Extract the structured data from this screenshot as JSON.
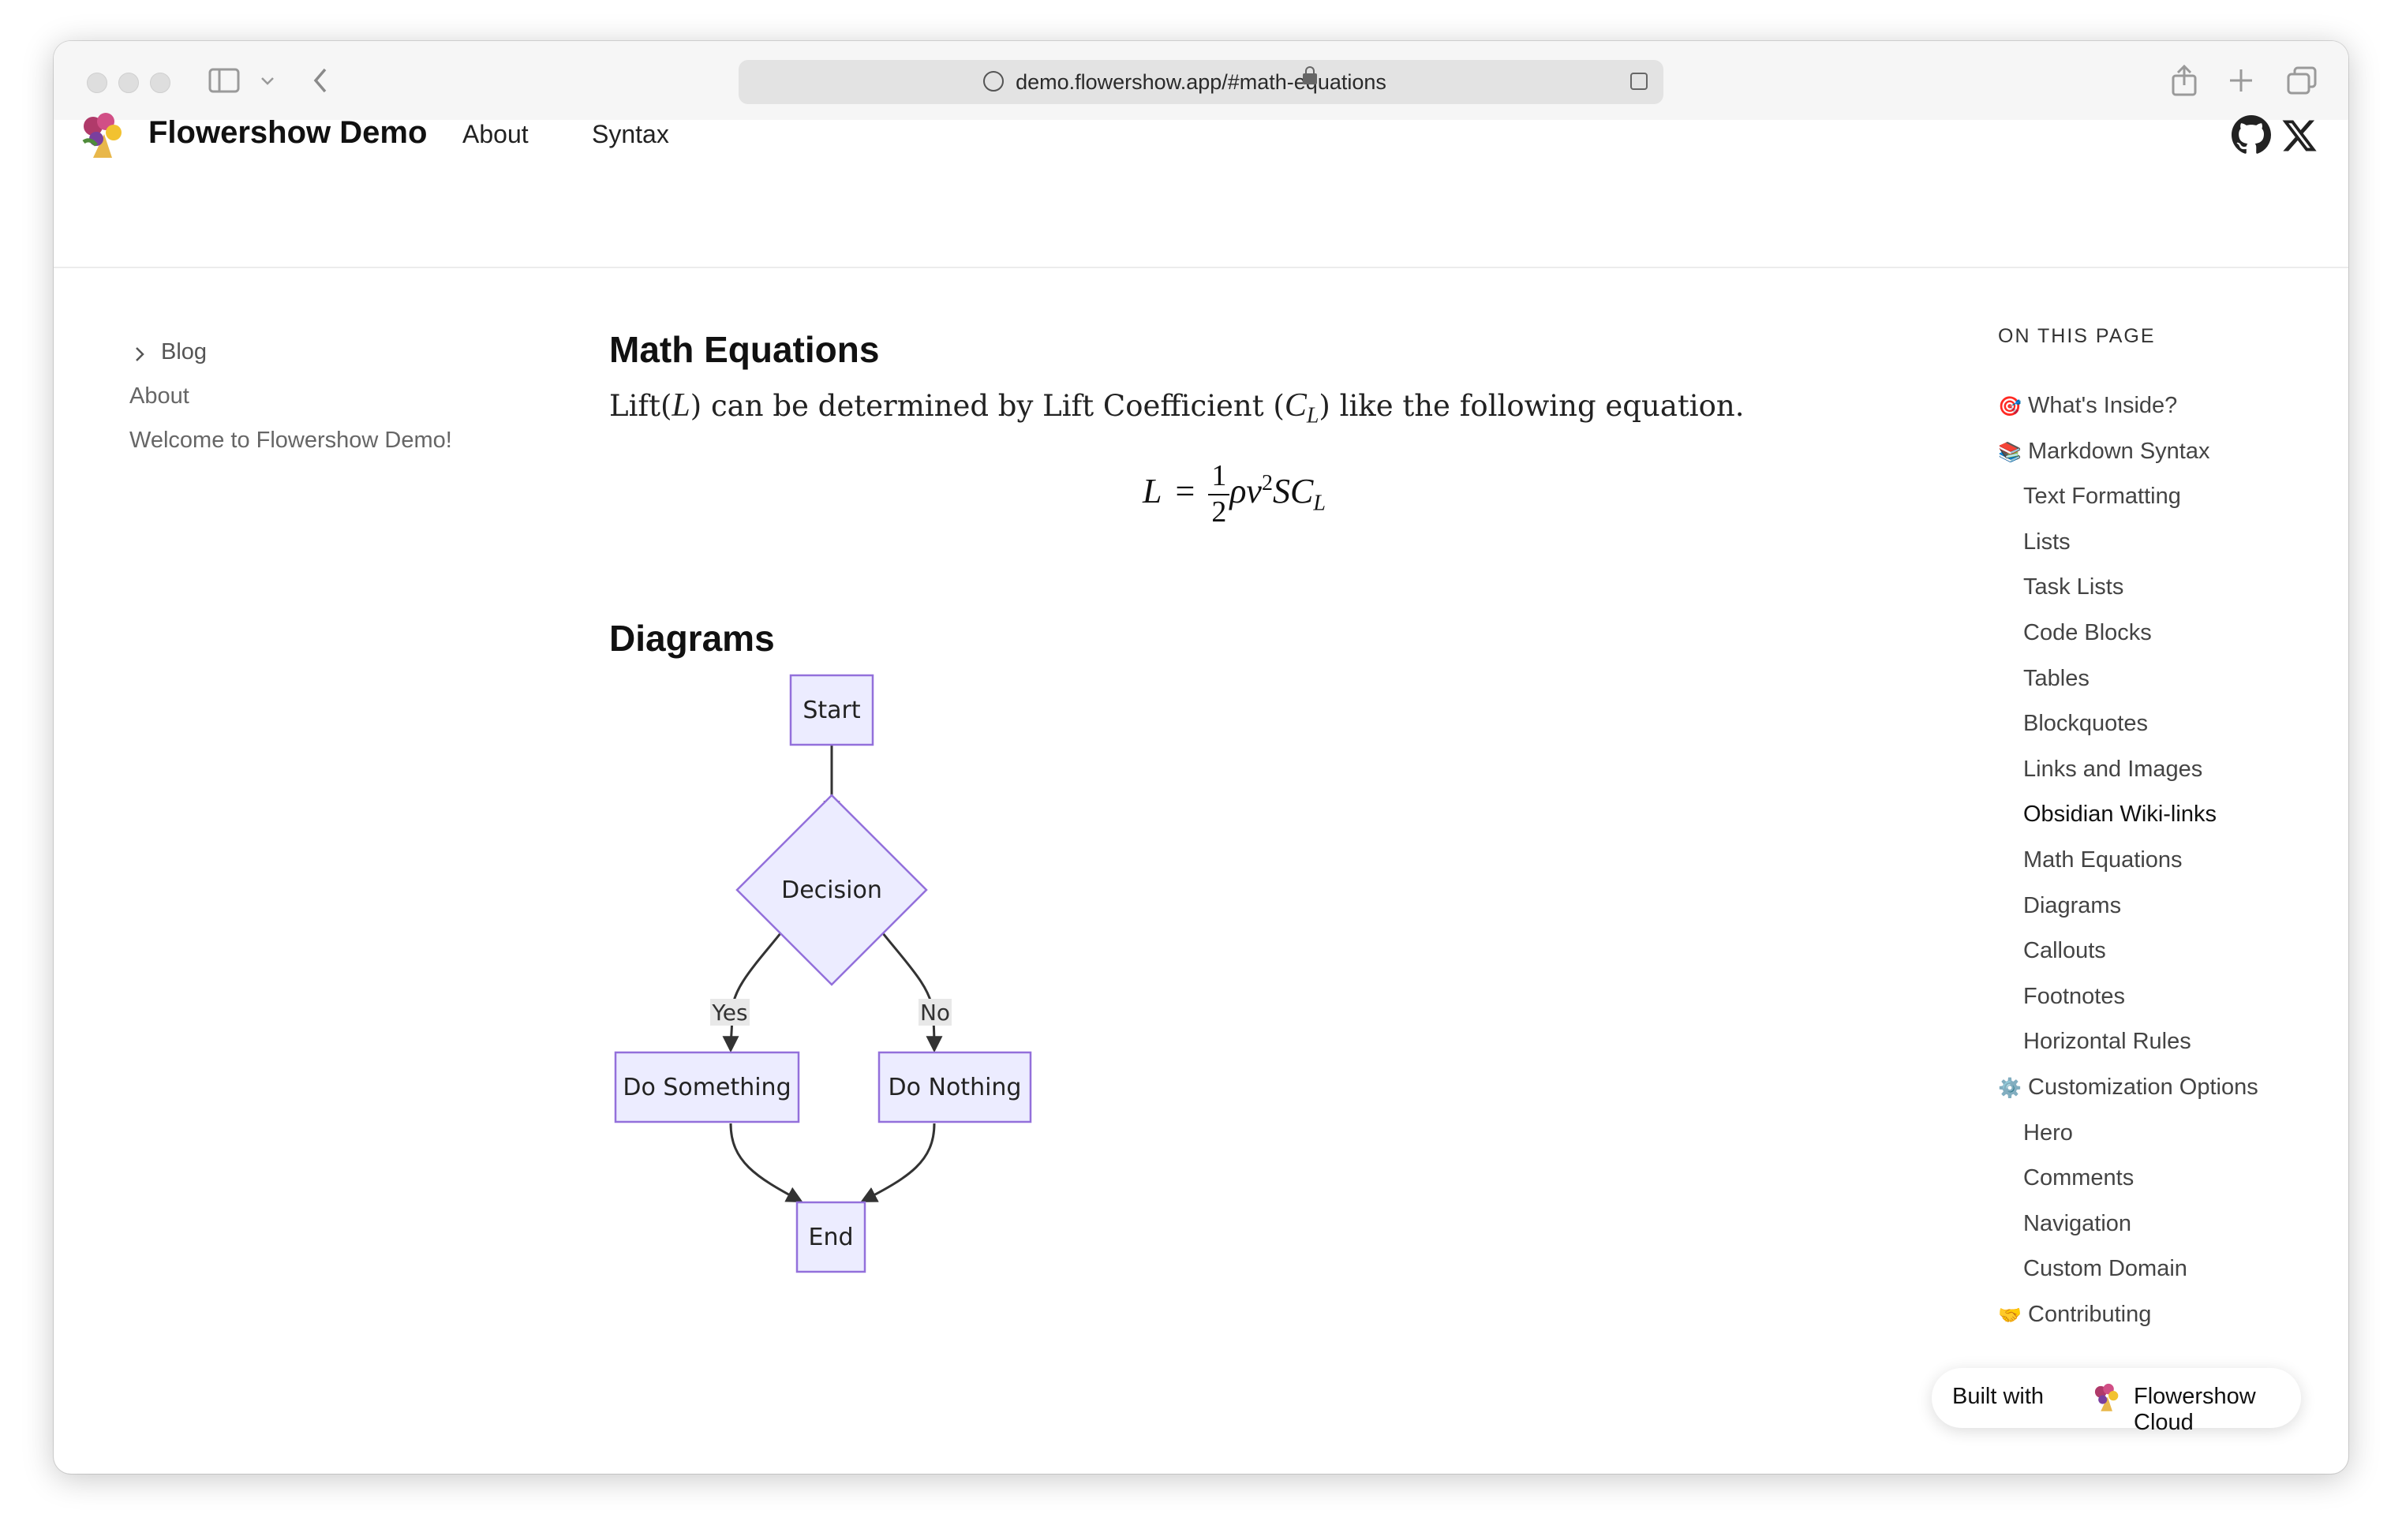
{
  "browser": {
    "url": "demo.flowershow.app/#math-equations"
  },
  "header": {
    "site_title": "Flowershow Demo",
    "nav": [
      "About",
      "Syntax"
    ]
  },
  "sidebar": {
    "items": [
      "Blog",
      "About",
      "Welcome to Flowershow Demo!"
    ]
  },
  "content": {
    "math_heading": "Math Equations",
    "para_1": "Lift(",
    "para_L": "L",
    "para_2": ") can be determined by Lift Coefficient (",
    "para_C": "C",
    "para_sub": "L",
    "para_3": ") like the following equation.",
    "equation": {
      "lhs": "L",
      "eq": "=",
      "num": "1",
      "den": "2",
      "rho": "ρv",
      "sup": "2",
      "rest": "SC",
      "sub": "L"
    },
    "diagrams_heading": "Diagrams",
    "diagram_nodes": {
      "start": "Start",
      "decision": "Decision",
      "do_something": "Do Something",
      "do_nothing": "Do Nothing",
      "end": "End",
      "yes": "Yes",
      "no": "No"
    }
  },
  "toc": {
    "title": "ON THIS PAGE",
    "items": [
      {
        "emoji": "🎯",
        "label": "What's Inside?"
      },
      {
        "emoji": "📚",
        "label": "Markdown Syntax"
      },
      {
        "label": "Text Formatting"
      },
      {
        "label": "Lists"
      },
      {
        "label": "Task Lists"
      },
      {
        "label": "Code Blocks"
      },
      {
        "label": "Tables"
      },
      {
        "label": "Blockquotes"
      },
      {
        "label": "Links and Images"
      },
      {
        "label": "Obsidian Wiki-links"
      },
      {
        "label": "Math Equations"
      },
      {
        "label": "Diagrams"
      },
      {
        "label": "Callouts"
      },
      {
        "label": "Footnotes"
      },
      {
        "label": "Horizontal Rules"
      },
      {
        "emoji": "⚙️",
        "label": "Customization Options"
      },
      {
        "label": "Hero"
      },
      {
        "label": "Comments"
      },
      {
        "label": "Navigation"
      },
      {
        "label": "Custom Domain"
      },
      {
        "emoji": "🤝",
        "label": "Contributing"
      }
    ]
  },
  "badge": {
    "prefix": "Built with",
    "name": "Flowershow Cloud"
  },
  "colors": {
    "node_fill": "#ECECFF",
    "node_stroke": "#9370DB",
    "edge": "#333333"
  }
}
